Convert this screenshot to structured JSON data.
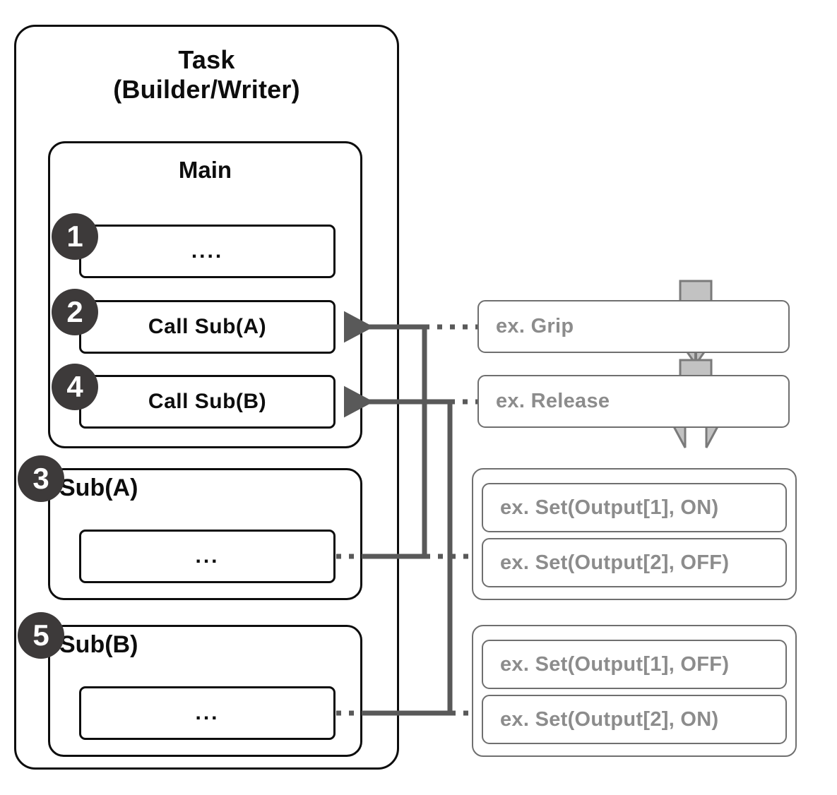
{
  "diagram": {
    "title": "Task\n(Builder/Writer)",
    "main_title": "Main",
    "sub_a_label": "Sub(A)",
    "sub_b_label": "Sub(B)",
    "badges": {
      "one": "1",
      "two": "2",
      "three": "3",
      "four": "4",
      "five": "5"
    },
    "statements": {
      "main_1": "....",
      "main_2": "Call Sub(A)",
      "main_3": "Call Sub(B)",
      "sub_a_body": "...",
      "sub_b_body": "..."
    },
    "examples": {
      "grip": "ex. Grip",
      "release": "ex. Release",
      "sub_a": [
        "ex. Set(Output[1], ON)",
        "ex. Set(Output[2], OFF)"
      ],
      "sub_b": [
        "ex. Set(Output[1], OFF)",
        "ex. Set(Output[2], ON)"
      ]
    },
    "icons": {
      "grip": "gripper-closed-icon",
      "release": "gripper-open-icon"
    },
    "colors": {
      "outline": "#0d0d0d",
      "badge_fill": "#3d3a3a",
      "badge_text": "#ffffff",
      "example_text": "#8c8c8c",
      "example_border": "#6f6f6f",
      "connector": "#595959",
      "gripper_fill": "#b5b5b5",
      "gripper_stroke": "#7a7a7a"
    }
  }
}
